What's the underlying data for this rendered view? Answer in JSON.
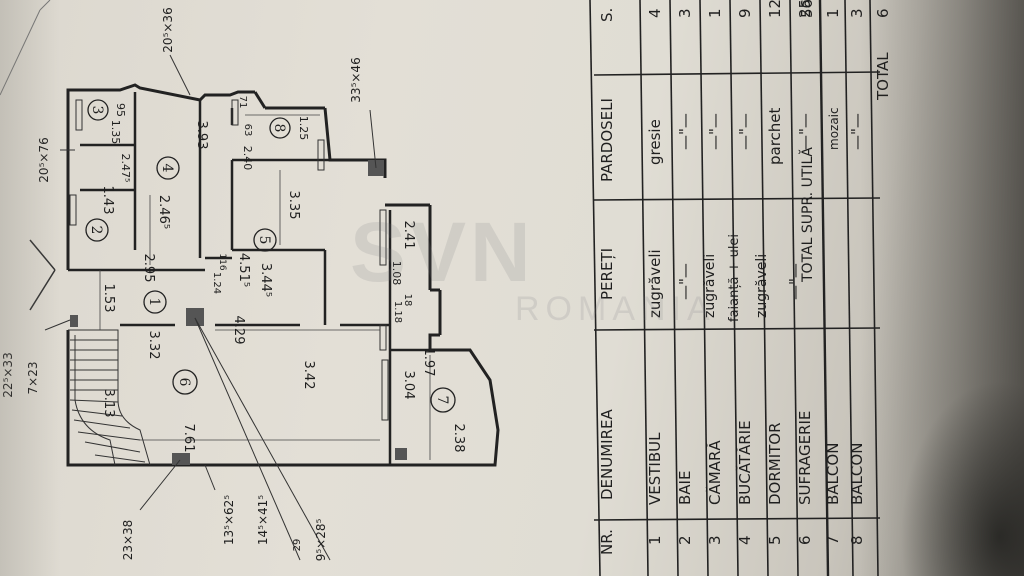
{
  "plan": {
    "stamps": {
      "top_right_1": "20⁵×36",
      "top_right_2": "33⁵×46",
      "top_left_1": "20⁵×76",
      "left_1": "22⁵×33",
      "left_2": "7×23",
      "bottom_1": "23×38",
      "bottom_2": "13⁵×62⁵",
      "bottom_3": "14⁵×41⁵",
      "bottom_4": "9⁵×28⁵",
      "bottom_5": "29"
    },
    "rooms": {
      "r1": "1",
      "r2": "2",
      "r3": "3",
      "r4": "4",
      "r5": "5",
      "r6": "6",
      "r7": "7",
      "r8": "8"
    },
    "dims": {
      "d_1_53": "1.53",
      "d_2_95": "2.95",
      "d_1_43": "1.43",
      "d_2_47": "2.47⁵",
      "d_1_35": "1.35",
      "d_95": "95",
      "d_3_93": "3.93",
      "d_2_46": "2.46⁵",
      "d_71": "71",
      "d_63": "63",
      "d_1_25": "1.25",
      "d_2_40": "2.40",
      "d_3_35": "3.35",
      "d_3_44": "3.44⁵",
      "d_2_41": "2.41",
      "d_4_51": "4.51⁵",
      "d_1_24": "1.24",
      "d_116": "116",
      "d_1_08": "1.08",
      "d_1_18": "1.18",
      "d_18": "18",
      "d_3_32": "3.32",
      "d_4_29": "4.29",
      "d_3_42": "3.42",
      "d_3_13": "3.13",
      "d_3_04": "3.04",
      "d_1_97": "1.97",
      "d_7_61": "7.61",
      "d_2_38": "2.38"
    }
  },
  "watermark": {
    "brand": "SVN",
    "sub": "ROMANIA"
  },
  "table": {
    "headers": {
      "nr": "NR.",
      "name": "DENUMIREA",
      "walls": "PEREȚI",
      "floors": "PARDOSELI",
      "area": "S."
    },
    "rows": [
      {
        "nr": "1",
        "name": "VESTIBUL",
        "walls": "zugrăveli",
        "floors": "gresie",
        "area": "4"
      },
      {
        "nr": "2",
        "name": "BAIE",
        "walls": "—\"—",
        "floors": "—\"—",
        "area": "3"
      },
      {
        "nr": "3",
        "name": "CĂMARĂ",
        "walls": "zugrăveli",
        "floors": "—\"—",
        "area": "1"
      },
      {
        "nr": "4",
        "name": "BUCĂTĂRIE",
        "walls": "faianță + ulei",
        "floors": "—\"—",
        "area": "9"
      },
      {
        "nr": "5",
        "name": "DORMITOR",
        "walls": "zugrăveli",
        "floors": "parchet",
        "area": "12"
      },
      {
        "nr": "6",
        "name": "SUFRAGERIE",
        "walls": "—\"—",
        "floors": "—\"—",
        "area": "25"
      }
    ],
    "total_util": "TOTAL SUPR. UTILĂ",
    "total_util_value": "56",
    "balcony_rows": [
      {
        "nr": "7",
        "name": "BALCON",
        "floors": "mozaic",
        "area": "1"
      },
      {
        "nr": "8",
        "name": "BALCON",
        "floors": "—\"—",
        "area": "3"
      }
    ],
    "total": "TOTAL",
    "total_value": "6"
  }
}
